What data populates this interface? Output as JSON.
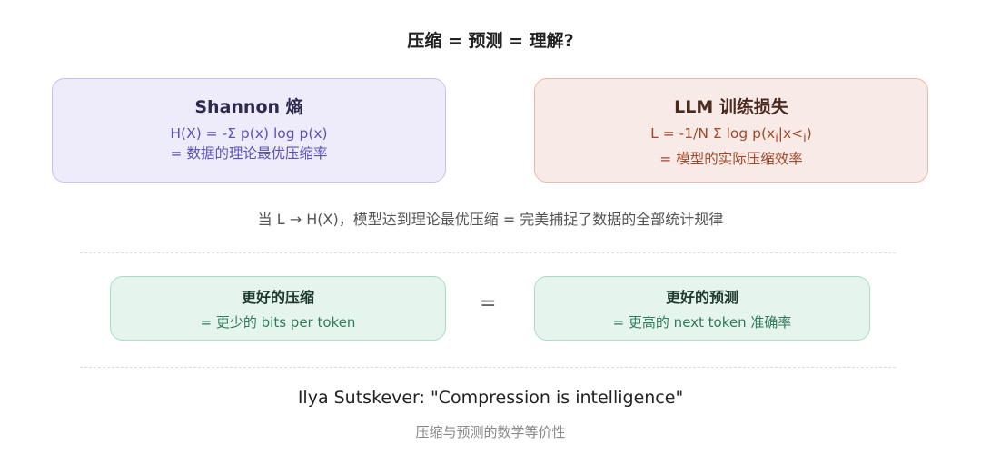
{
  "title": "压缩 = 预测 = 理解?",
  "shannon": {
    "heading": "Shannon 熵",
    "formula": "H(X) = -Σ  p(x) log p(x)",
    "desc": "= 数据的理论最优压缩率"
  },
  "llm": {
    "heading": "LLM 训练损失",
    "formula_prefix": "L = -1/N  Σ  log p(x",
    "sub1": "i",
    "mid": "|x<",
    "sub2": "i",
    "close": ")",
    "desc": "= 模型的实际压缩效率"
  },
  "relation": "当 L → H(X)，模型达到理论最优压缩 = 完美捕捉了数据的全部统计规律",
  "compress": {
    "heading": "更好的压缩",
    "desc": "= 更少的 bits per token"
  },
  "equals": "=",
  "predict": {
    "heading": "更好的预测",
    "desc": "= 更高的 next token 准确率"
  },
  "quote": "Ilya Sutskever: \"Compression is intelligence\"",
  "subtitle": "压缩与预测的数学等价性"
}
